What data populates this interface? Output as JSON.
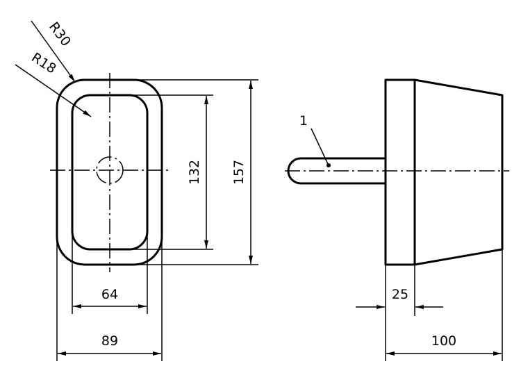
{
  "diagram": {
    "front_view": {
      "labels": {
        "outer_radius": "R30",
        "inner_radius": "R18",
        "inner_height": "132",
        "outer_height": "157",
        "inner_width": "64",
        "outer_width": "89"
      }
    },
    "side_view": {
      "labels": {
        "part_callout": "1",
        "flange_thickness": "25",
        "total_length": "100"
      }
    }
  }
}
